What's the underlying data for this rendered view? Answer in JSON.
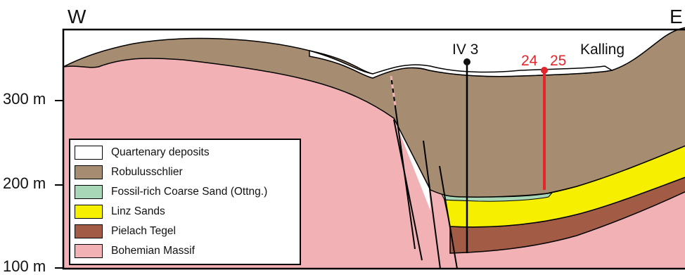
{
  "directions": {
    "west": "W",
    "east": "E"
  },
  "elevations": [
    "300 m",
    "200 m",
    "100 m"
  ],
  "wells": {
    "iv3": "IV 3",
    "num24": "24",
    "num25": "25",
    "kalling": "Kalling"
  },
  "colors": {
    "quaternary": "#ffffff",
    "robulusschlier": "#a68c71",
    "fossil_sand": "#a8d7b8",
    "linz_sands": "#f6ef00",
    "pielach_tegel": "#a25b45",
    "bohemian_massif": "#f2b1b5",
    "borehole_red": "#e3262b"
  },
  "legend": [
    {
      "label": "Quartenary deposits",
      "color": "#ffffff"
    },
    {
      "label": "Robulusschlier",
      "color": "#a68c71"
    },
    {
      "label": "Fossil-rich Coarse Sand (Ottng.)",
      "color": "#a8d7b8"
    },
    {
      "label": "Linz Sands",
      "color": "#f6ef00"
    },
    {
      "label": "Pielach Tegel",
      "color": "#a25b45"
    },
    {
      "label": "Bohemian Massif",
      "color": "#f2b1b5"
    }
  ]
}
